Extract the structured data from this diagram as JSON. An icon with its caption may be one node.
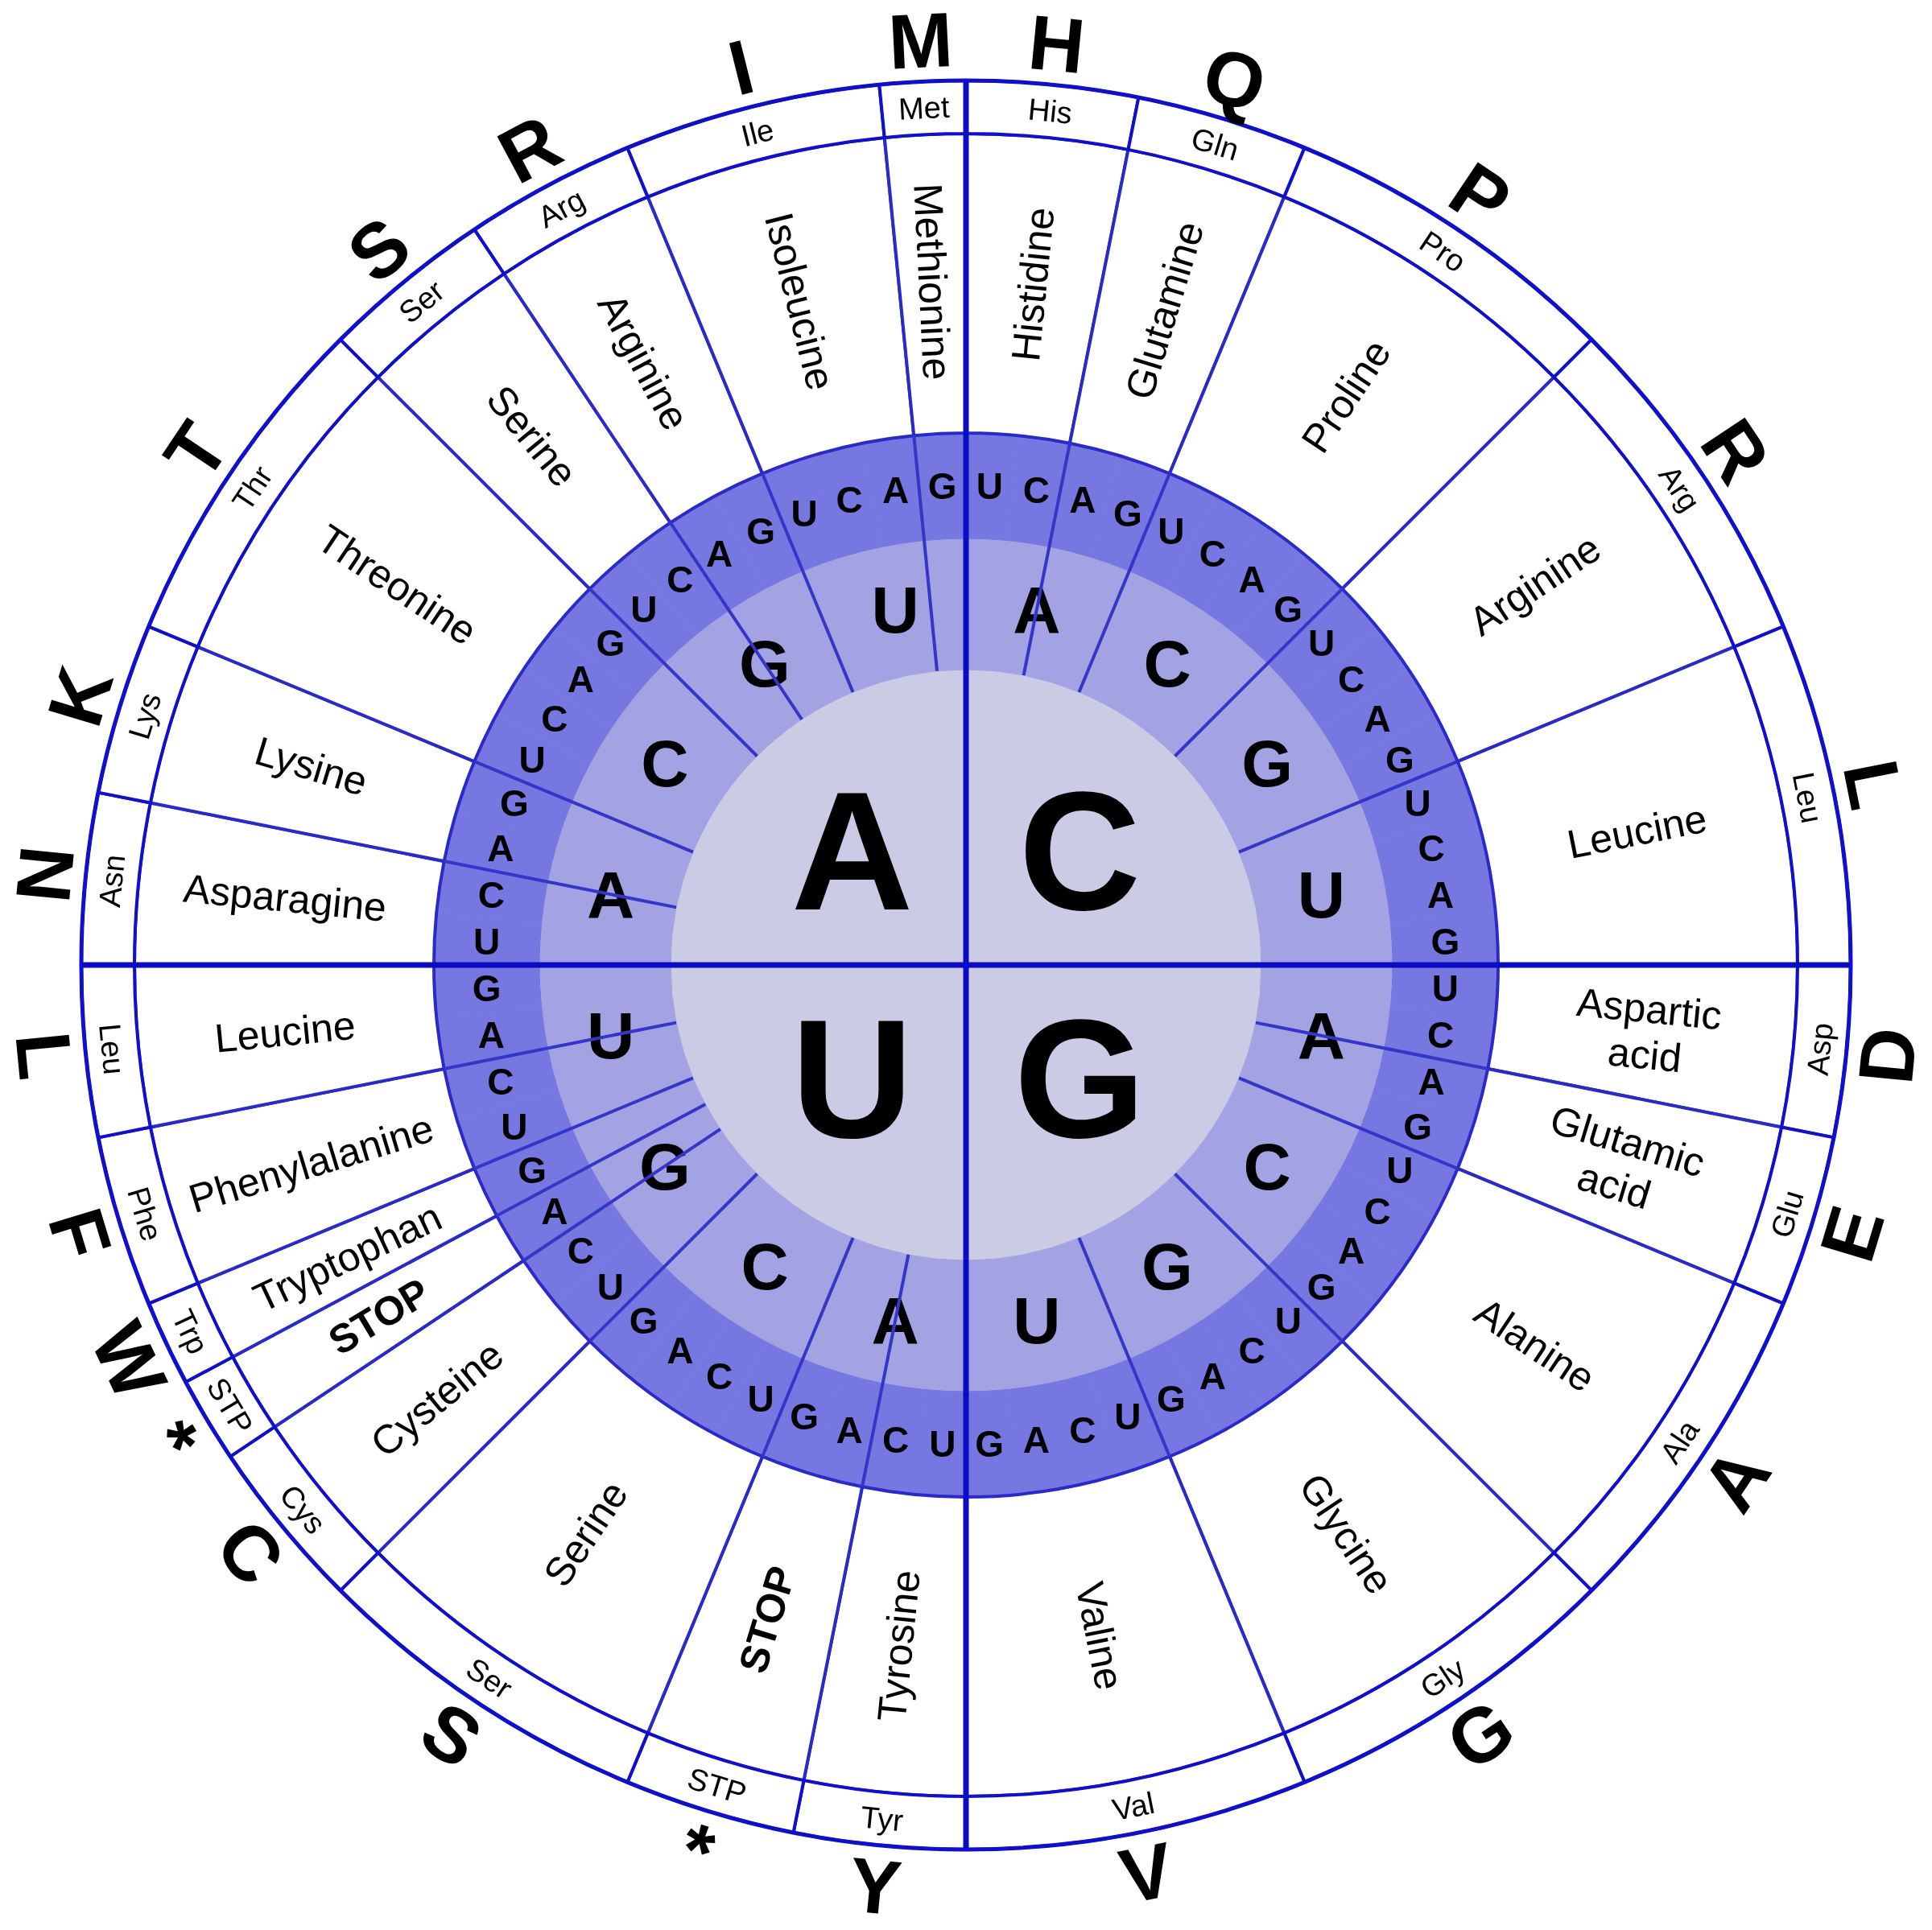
{
  "diagram": {
    "nodes": [
      {
        "text": [
          "C"
        ]
      },
      {
        "text": [
          "G"
        ]
      },
      {
        "text": [
          "U"
        ]
      },
      {
        "text": [
          "A"
        ]
      },
      {
        "text": [
          "A"
        ]
      },
      {
        "text": [
          "C"
        ]
      },
      {
        "text": [
          "G"
        ]
      },
      {
        "text": [
          "U"
        ]
      },
      {
        "text": [
          "A"
        ]
      },
      {
        "text": [
          "C"
        ]
      },
      {
        "text": [
          "G"
        ]
      },
      {
        "text": [
          "U"
        ]
      },
      {
        "text": [
          "A"
        ]
      },
      {
        "text": [
          "C"
        ]
      },
      {
        "text": [
          "G"
        ]
      },
      {
        "text": [
          "U"
        ]
      },
      {
        "text": [
          "A"
        ]
      },
      {
        "text": [
          "C"
        ]
      },
      {
        "text": [
          "G"
        ]
      },
      {
        "text": [
          "U"
        ]
      },
      {
        "text": [
          "U"
        ]
      },
      {
        "text": [
          "C"
        ]
      },
      {
        "text": [
          "A"
        ]
      },
      {
        "text": [
          "G"
        ]
      },
      {
        "text": [
          "U"
        ]
      },
      {
        "text": [
          "C"
        ]
      },
      {
        "text": [
          "A"
        ]
      },
      {
        "text": [
          "G"
        ]
      },
      {
        "text": [
          "U"
        ]
      },
      {
        "text": [
          "C"
        ]
      },
      {
        "text": [
          "A"
        ]
      },
      {
        "text": [
          "G"
        ]
      },
      {
        "text": [
          "U"
        ]
      },
      {
        "text": [
          "C"
        ]
      },
      {
        "text": [
          "A"
        ]
      },
      {
        "text": [
          "G"
        ]
      },
      {
        "text": [
          "U"
        ]
      },
      {
        "text": [
          "C"
        ]
      },
      {
        "text": [
          "A"
        ]
      },
      {
        "text": [
          "G"
        ]
      },
      {
        "text": [
          "U"
        ]
      },
      {
        "text": [
          "C"
        ]
      },
      {
        "text": [
          "A"
        ]
      },
      {
        "text": [
          "G"
        ]
      },
      {
        "text": [
          "U"
        ]
      },
      {
        "text": [
          "C"
        ]
      },
      {
        "text": [
          "A"
        ]
      },
      {
        "text": [
          "G"
        ]
      },
      {
        "text": [
          "U"
        ]
      },
      {
        "text": [
          "C"
        ]
      },
      {
        "text": [
          "A"
        ]
      },
      {
        "text": [
          "G"
        ]
      },
      {
        "text": [
          "U"
        ]
      },
      {
        "text": [
          "C"
        ]
      },
      {
        "text": [
          "A"
        ]
      },
      {
        "text": [
          "G"
        ]
      },
      {
        "text": [
          "U"
        ]
      },
      {
        "text": [
          "C"
        ]
      },
      {
        "text": [
          "A"
        ]
      },
      {
        "text": [
          "G"
        ]
      },
      {
        "text": [
          "U"
        ]
      },
      {
        "text": [
          "C"
        ]
      },
      {
        "text": [
          "A"
        ]
      },
      {
        "text": [
          "G"
        ]
      },
      {
        "text": [
          "U"
        ]
      },
      {
        "text": [
          "C"
        ]
      },
      {
        "text": [
          "A"
        ]
      },
      {
        "text": [
          "G"
        ]
      },
      {
        "text": [
          "U"
        ]
      },
      {
        "text": [
          "C"
        ]
      },
      {
        "text": [
          "A"
        ]
      },
      {
        "text": [
          "G"
        ]
      },
      {
        "text": [
          "U"
        ]
      },
      {
        "text": [
          "C"
        ]
      },
      {
        "text": [
          "A"
        ]
      },
      {
        "text": [
          "G"
        ]
      },
      {
        "text": [
          "U"
        ]
      },
      {
        "text": [
          "C"
        ]
      },
      {
        "text": [
          "A"
        ]
      },
      {
        "text": [
          "G"
        ]
      },
      {
        "text": [
          "U"
        ]
      },
      {
        "text": [
          "C"
        ]
      },
      {
        "text": [
          "A"
        ]
      },
      {
        "text": [
          "G"
        ]
      },
      {
        "text": [
          "Histidine"
        ]
      },
      {
        "text": [
          "Glutamine"
        ]
      },
      {
        "text": [
          "Proline"
        ]
      },
      {
        "text": [
          "Arginine"
        ]
      },
      {
        "text": [
          "Leucine"
        ]
      },
      {
        "text": [
          "Aspartic acid"
        ]
      },
      {
        "text": [
          "Glutamic acid"
        ]
      },
      {
        "text": [
          "Alanine"
        ]
      },
      {
        "text": [
          "Glycine"
        ]
      },
      {
        "text": [
          "Valine"
        ]
      },
      {
        "text": [
          "Tyrosine"
        ]
      },
      {
        "text": [
          "STOP"
        ]
      },
      {
        "text": [
          "Serine"
        ]
      },
      {
        "text": [
          "Cysteine"
        ]
      },
      {
        "text": [
          "STOP"
        ]
      },
      {
        "text": [
          "Tryptophan"
        ]
      },
      {
        "text": [
          "Phenylalanine"
        ]
      },
      {
        "text": [
          "Leucine"
        ]
      },
      {
        "text": [
          "Asparagine"
        ]
      },
      {
        "text": [
          "Lysine"
        ]
      },
      {
        "text": [
          "Threonine"
        ]
      },
      {
        "text": [
          "Serine"
        ]
      },
      {
        "text": [
          "Arginine"
        ]
      },
      {
        "text": [
          "Isoleucine"
        ]
      },
      {
        "text": [
          "Methionine"
        ]
      },
      {
        "text": [
          "His"
        ]
      },
      {
        "text": [
          "Gln"
        ]
      },
      {
        "text": [
          "Pro"
        ]
      },
      {
        "text": [
          "Arg"
        ]
      },
      {
        "text": [
          "Leu"
        ]
      },
      {
        "text": [
          "Asp"
        ]
      },
      {
        "text": [
          "Glu"
        ]
      },
      {
        "text": [
          "Ala"
        ]
      },
      {
        "text": [
          "Gly"
        ]
      },
      {
        "text": [
          "Val"
        ]
      },
      {
        "text": [
          "Tyr"
        ]
      },
      {
        "text": [
          "STP"
        ]
      },
      {
        "text": [
          "Ser"
        ]
      },
      {
        "text": [
          "Cys"
        ]
      },
      {
        "text": [
          "STP"
        ]
      },
      {
        "text": [
          "Trp"
        ]
      },
      {
        "text": [
          "Phe"
        ]
      },
      {
        "text": [
          "Leu"
        ]
      },
      {
        "text": [
          "Asn"
        ]
      },
      {
        "text": [
          "Lys"
        ]
      },
      {
        "text": [
          "Thr"
        ]
      },
      {
        "text": [
          "Ser"
        ]
      },
      {
        "text": [
          "Arg"
        ]
      },
      {
        "text": [
          "Ile"
        ]
      },
      {
        "text": [
          "Met"
        ]
      }
    ],
    "labels": [
      "H",
      "Q",
      "P",
      "R",
      "L",
      "D",
      "E",
      "A",
      "G",
      "V",
      "Y",
      "*",
      "S",
      "C",
      "*",
      "W",
      "F",
      "L",
      "N",
      "K",
      "T",
      "S",
      "R",
      "I",
      "M"
    ]
  }
}
